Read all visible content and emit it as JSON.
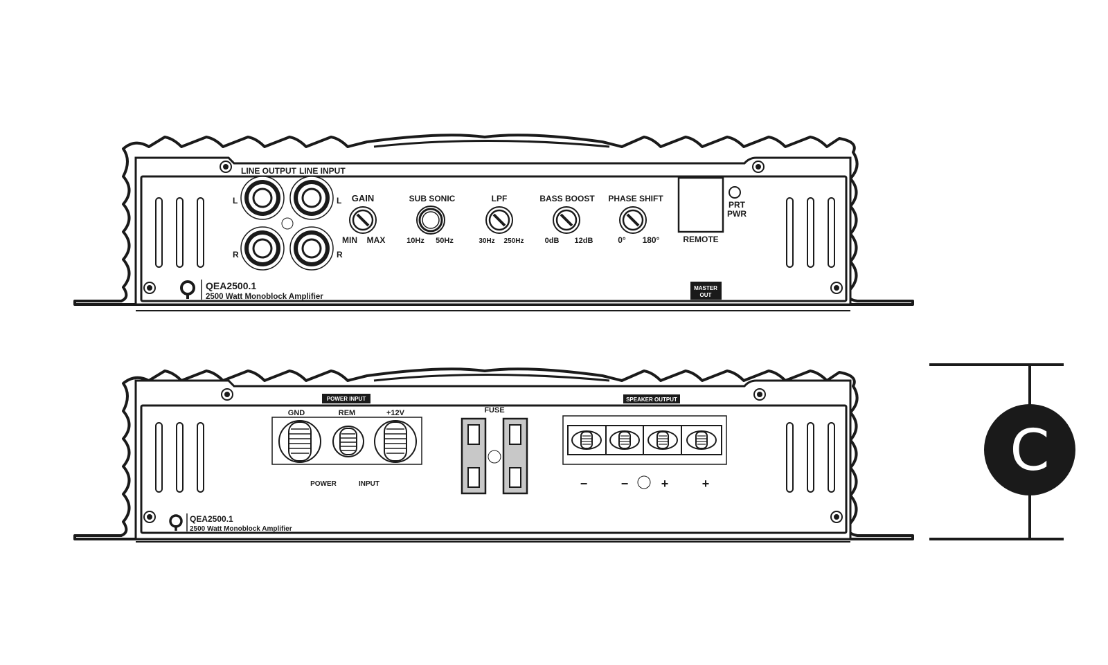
{
  "front_panel": {
    "line_output": "LINE OUTPUT",
    "line_input": "LINE INPUT",
    "left_out": "L",
    "right_out": "R",
    "left_in": "L",
    "right_in": "R",
    "gain": {
      "title": "GAIN",
      "min": "MIN",
      "max": "MAX"
    },
    "sub_sonic": {
      "title": "SUB SONIC",
      "min": "10Hz",
      "max": "50Hz"
    },
    "lpf": {
      "title": "LPF",
      "min": "30Hz",
      "max": "250Hz"
    },
    "bass_boost": {
      "title": "BASS BOOST",
      "min": "0dB",
      "max": "12dB"
    },
    "phase_shift": {
      "title": "PHASE SHIFT",
      "min": "0°",
      "max": "180°"
    },
    "remote": "REMOTE",
    "prt": "PRT",
    "pwr": "PWR",
    "master_out_1": "MASTER",
    "master_out_2": "OUT",
    "model": "QEA2500.1",
    "subtitle": "2500 Watt Monoblock Amplifier"
  },
  "rear_panel": {
    "power_input_badge": "POWER INPUT",
    "gnd": "GND",
    "rem": "REM",
    "plus12v": "+12V",
    "power_word": "POWER",
    "input_word": "INPUT",
    "fuse": "FUSE",
    "speaker_output_badge": "SPEAKER OUTPUT",
    "terminal_signs": [
      "−",
      "−",
      "+",
      "+"
    ],
    "model": "QEA2500.1",
    "subtitle": "2500 Watt Monoblock Amplifier"
  },
  "dimension": {
    "letter": "C"
  },
  "colors": {
    "line": "#1a1a1a",
    "fill_dark": "#1a1a1a",
    "fuse_fill": "#c8c8c8"
  }
}
